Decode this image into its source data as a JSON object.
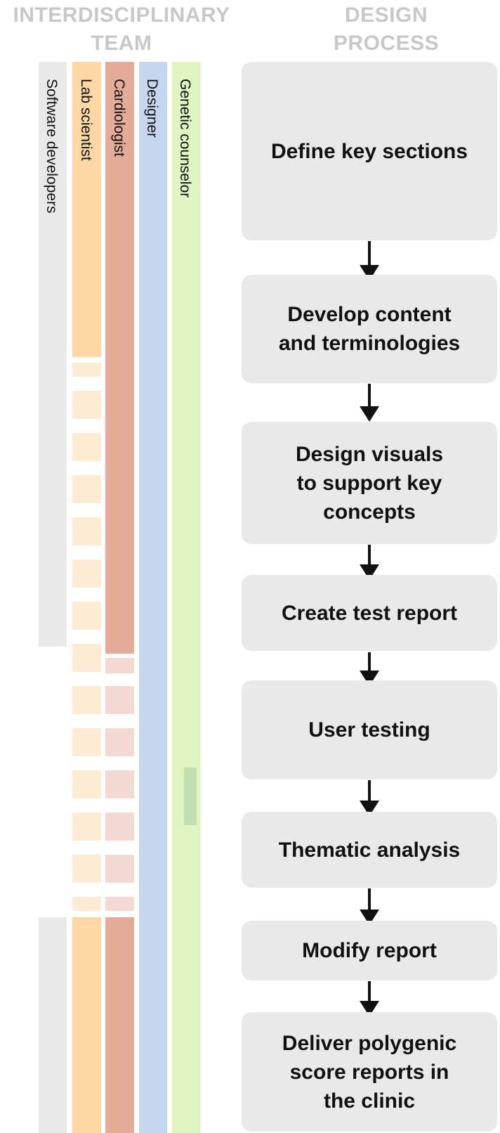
{
  "headers": {
    "team_line1": "INTERDISCIPLINARY",
    "team_line2": "TEAM",
    "process_line1": "DESIGN",
    "process_line2": "PROCESS"
  },
  "team": {
    "roles": [
      {
        "id": "software-developers",
        "label": "Software developers",
        "color": "#e9e9e9"
      },
      {
        "id": "lab-scientist",
        "label": "Lab scientist",
        "color": "#fcd7a6"
      },
      {
        "id": "cardiologist",
        "label": "Cardiologist",
        "color": "#e5ab99"
      },
      {
        "id": "designer",
        "label": "Designer",
        "color": "#c7d6ef"
      },
      {
        "id": "genetic-counselor",
        "label": "Genetic counselor",
        "color": "#dff4c1"
      }
    ]
  },
  "process": {
    "steps": [
      {
        "label": "Define key sections"
      },
      {
        "label": "Develop content\nand terminologies"
      },
      {
        "label": "Design visuals\nto support key\nconcepts"
      },
      {
        "label": "Create test report"
      },
      {
        "label": "User testing"
      },
      {
        "label": "Thematic analysis"
      },
      {
        "label": "Modify report"
      },
      {
        "label": "Deliver polygenic\nscore reports in\nthe clinic"
      }
    ],
    "box_color": "#e9e9e9",
    "arrow_color": "#111111"
  }
}
